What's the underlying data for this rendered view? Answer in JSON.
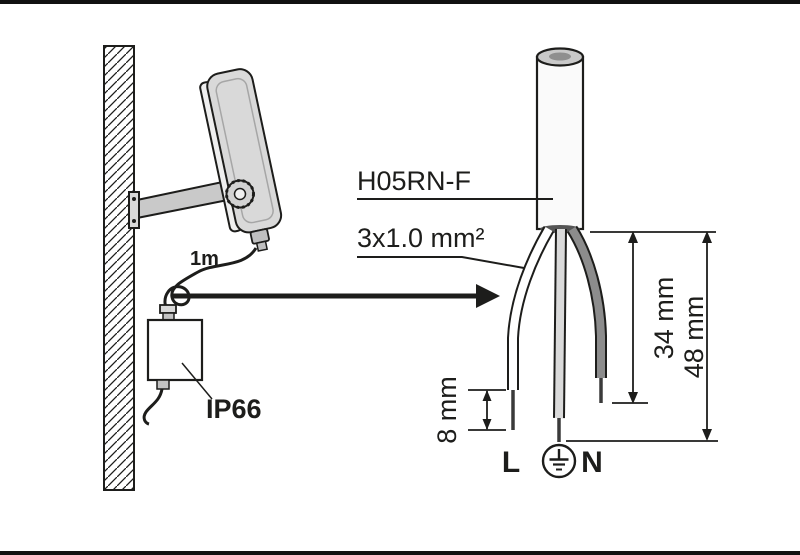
{
  "figure": {
    "background": "#ffffff",
    "line_color": "#1d1d1b",
    "colors": {
      "metal_gray": "#d9d9d9",
      "wire_live": "#ffffff",
      "wire_earth": "#dadada",
      "wire_neutral": "#8c8c8c"
    },
    "icons": {
      "earth": "earth-ground-symbol",
      "arrow": "right-arrow"
    }
  },
  "left_panel": {
    "cable_length": "1m",
    "ip_rating": "IP66"
  },
  "right_panel": {
    "cable_type": "H05RN-F",
    "cable_spec": "3x1.0 mm²",
    "dimensions": {
      "strip_length": "8 mm",
      "mid_length": "34 mm",
      "total_length": "48 mm"
    },
    "terminals": {
      "live": "L",
      "neutral": "N"
    }
  }
}
